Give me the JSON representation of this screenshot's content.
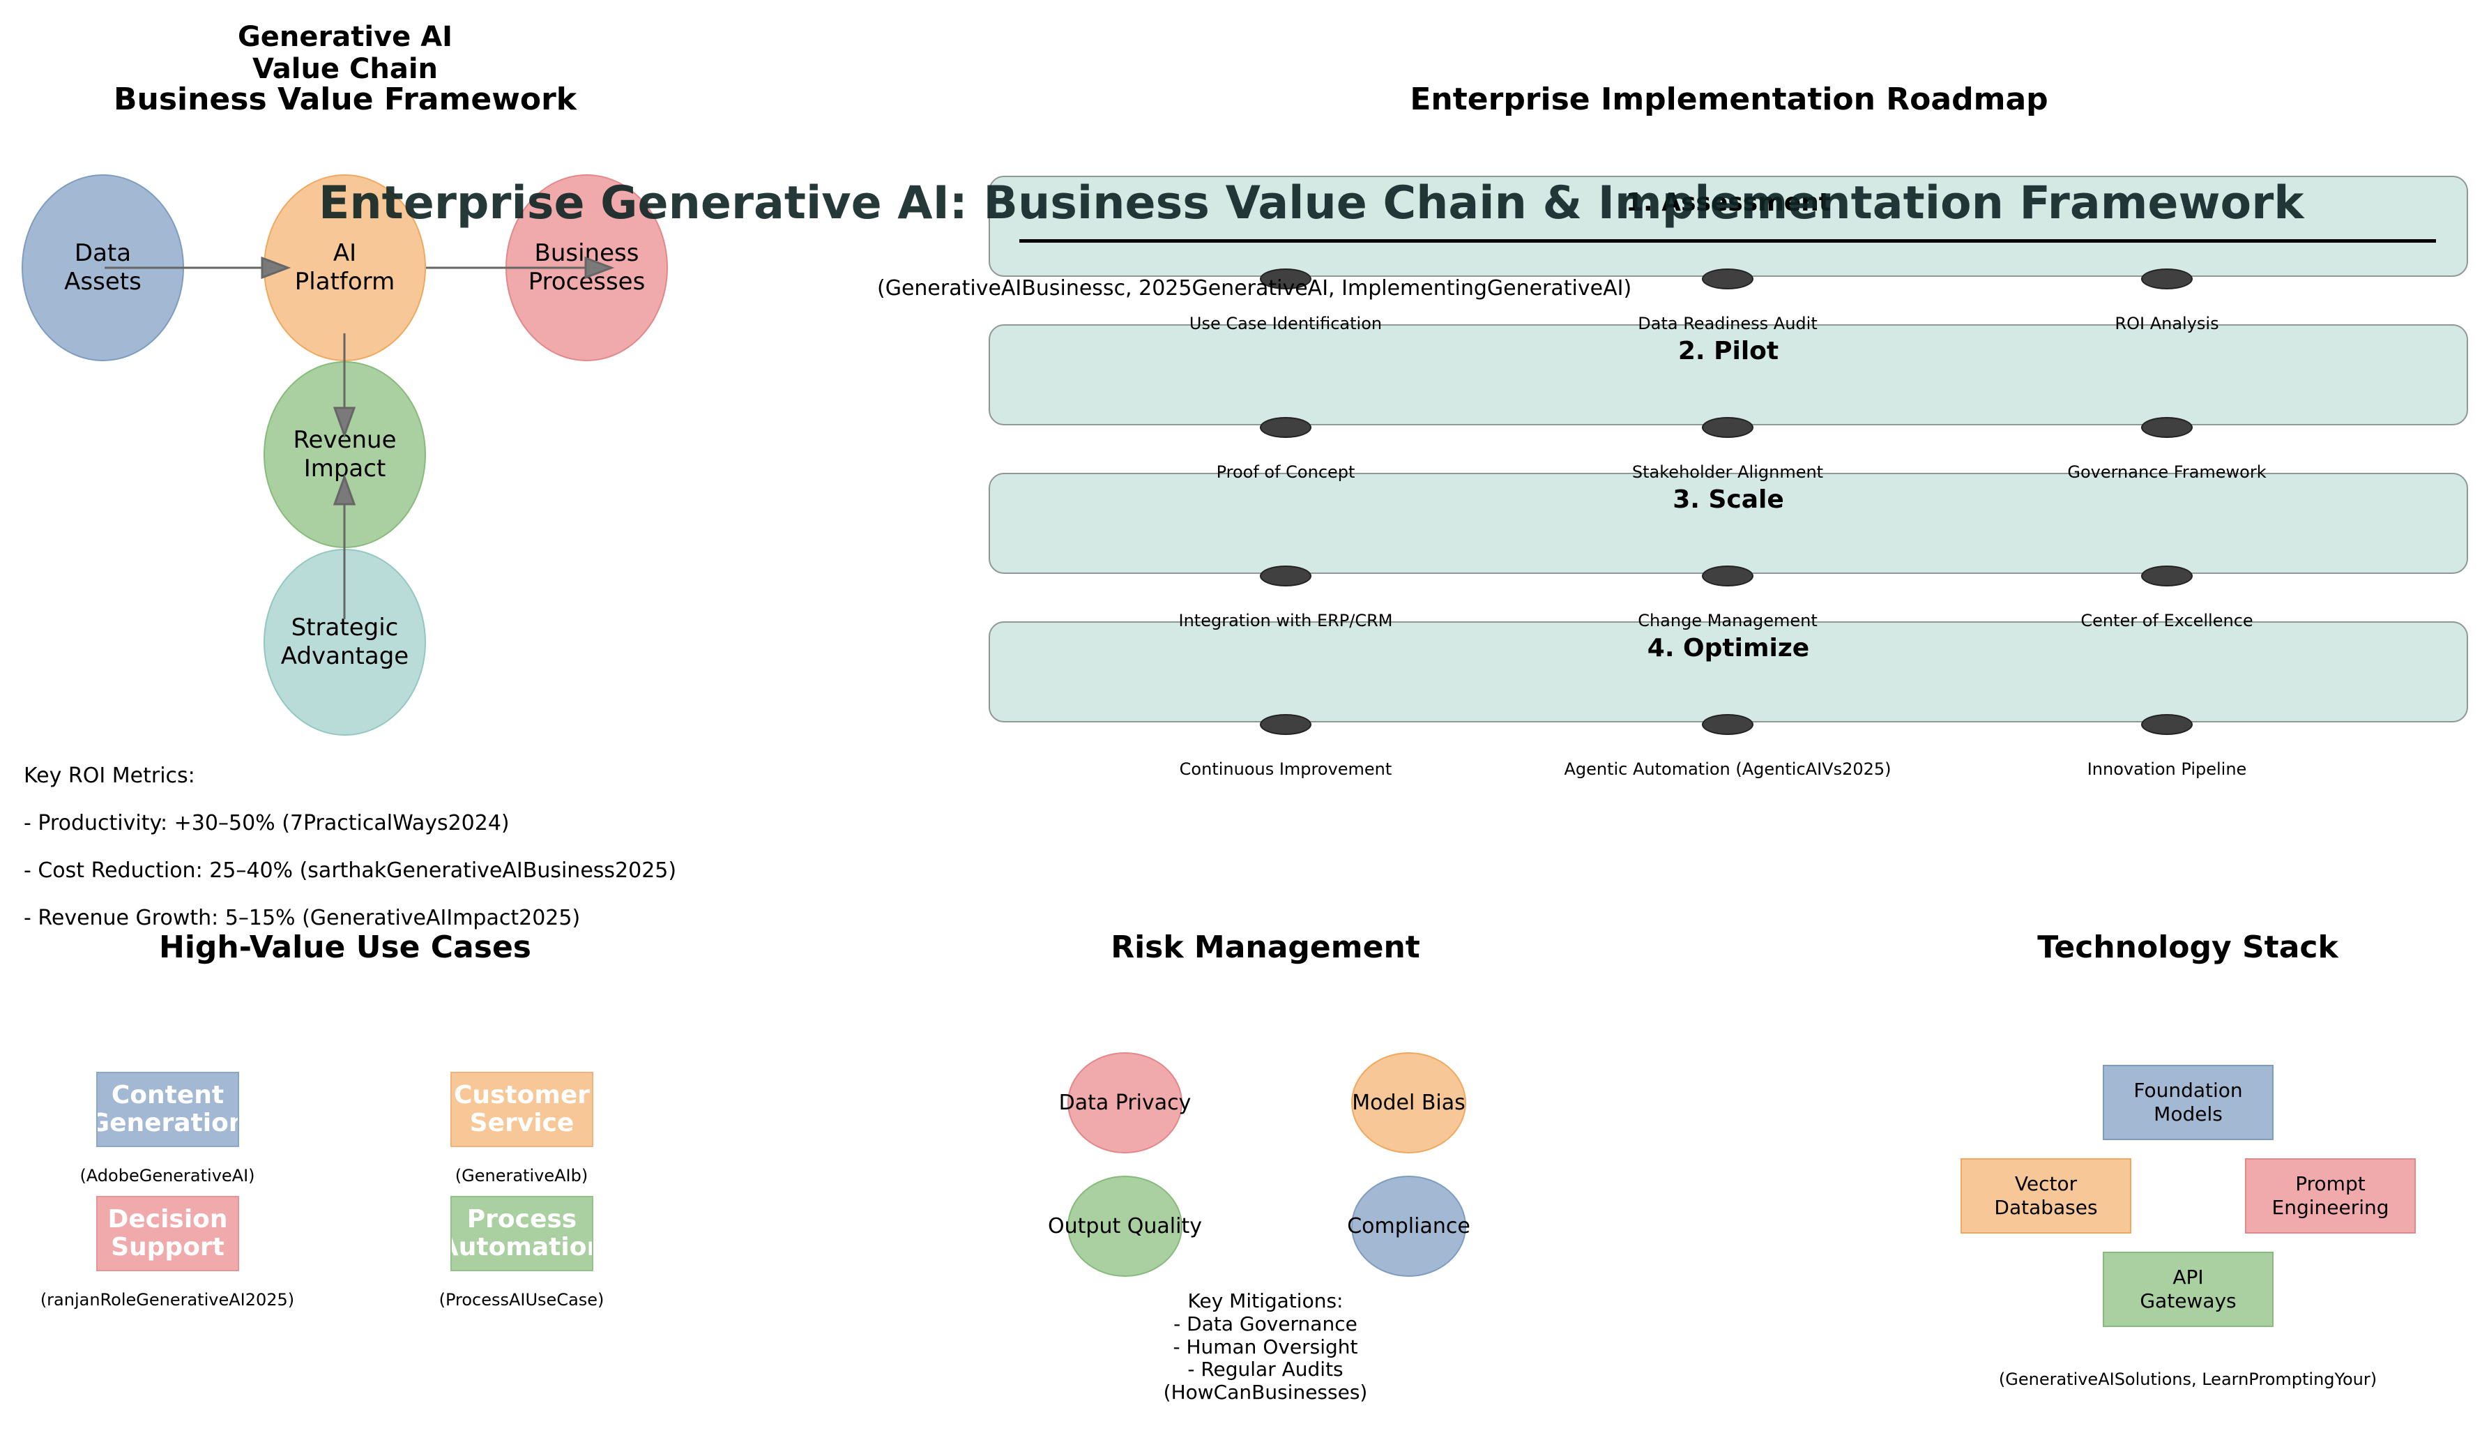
{
  "main_title": "Enterprise Generative AI: Business Value Chain & Implementation Framework",
  "main_citation": "(GenerativeAIBusinessc, 2025GenerativeAI, ImplementingGenerativeAI)",
  "value_chain": {
    "title_line1": "Generative AI",
    "title_line2": "Value Chain",
    "subtitle": "Business Value Framework",
    "nodes": [
      {
        "line1": "Data",
        "line2": "Assets",
        "color": "#a3b9d3"
      },
      {
        "line1": "AI",
        "line2": "Platform",
        "color": "#f7c797"
      },
      {
        "line1": "Business",
        "line2": "Processes",
        "color": "#f0aaab"
      },
      {
        "line1": "Revenue",
        "line2": "Impact",
        "color": "#aacfa1"
      },
      {
        "line1": "Strategic",
        "line2": "Advantage",
        "color": "#b9dcd8"
      }
    ]
  },
  "roi": {
    "title": "Key ROI Metrics:",
    "items": [
      "- Productivity: +30–50% (7PracticalWays2024)",
      "- Cost Reduction: 25–40% (sarthakGenerativeAIBusiness2025)",
      "- Revenue Growth: 5–15% (GenerativeAIImpact2025)"
    ]
  },
  "roadmap": {
    "title": "Enterprise Implementation Roadmap",
    "stages": [
      {
        "title": "1. Assessment",
        "tasks": [
          "Use Case Identification",
          "Data Readiness Audit",
          "ROI Analysis"
        ]
      },
      {
        "title": "2. Pilot",
        "tasks": [
          "Proof of Concept",
          "Stakeholder Alignment",
          "Governance Framework"
        ]
      },
      {
        "title": "3. Scale",
        "tasks": [
          "Integration with ERP/CRM",
          "Change Management",
          "Center of Excellence"
        ]
      },
      {
        "title": "4. Optimize",
        "tasks": [
          "Continuous Improvement",
          "Agentic Automation (AgenticAIVs2025)",
          "Innovation Pipeline"
        ]
      }
    ]
  },
  "use_cases": {
    "title": "High-Value Use Cases",
    "items": [
      {
        "line1": "Content",
        "line2": "Generation",
        "citation": "(AdobeGenerativeAI)",
        "color": "#a3b9d3"
      },
      {
        "line1": "Customer",
        "line2": "Service",
        "citation": "(GenerativeAIb)",
        "color": "#f7c797"
      },
      {
        "line1": "Decision",
        "line2": "Support",
        "citation": "(ranjanRoleGenerativeAI2025)",
        "color": "#f0aaab"
      },
      {
        "line1": "Process",
        "line2": "Automation",
        "citation": "(ProcessAIUseCase)",
        "color": "#aacfa1"
      }
    ]
  },
  "risk": {
    "title": "Risk Management",
    "items": [
      {
        "label": "Data Privacy",
        "color": "#f0aaab"
      },
      {
        "label": "Model Bias",
        "color": "#f7c797"
      },
      {
        "label": "Output Quality",
        "color": "#aacfa1"
      },
      {
        "label": "Compliance",
        "color": "#a3b9d3"
      }
    ],
    "mitigations": [
      "Key Mitigations:",
      "- Data Governance",
      "- Human Oversight",
      "- Regular Audits",
      "(HowCanBusinesses)"
    ]
  },
  "tech": {
    "title": "Technology Stack",
    "items": [
      {
        "line1": "Foundation",
        "line2": "Models",
        "color": "#a3b9d3"
      },
      {
        "line1": "Vector",
        "line2": "Databases",
        "color": "#f7c797"
      },
      {
        "line1": "Prompt",
        "line2": "Engineering",
        "color": "#f0aaab"
      },
      {
        "line1": "API",
        "line2": "Gateways",
        "color": "#aacfa1"
      }
    ],
    "citation": "(GenerativeAISolutions, LearnPromptingYour)"
  }
}
